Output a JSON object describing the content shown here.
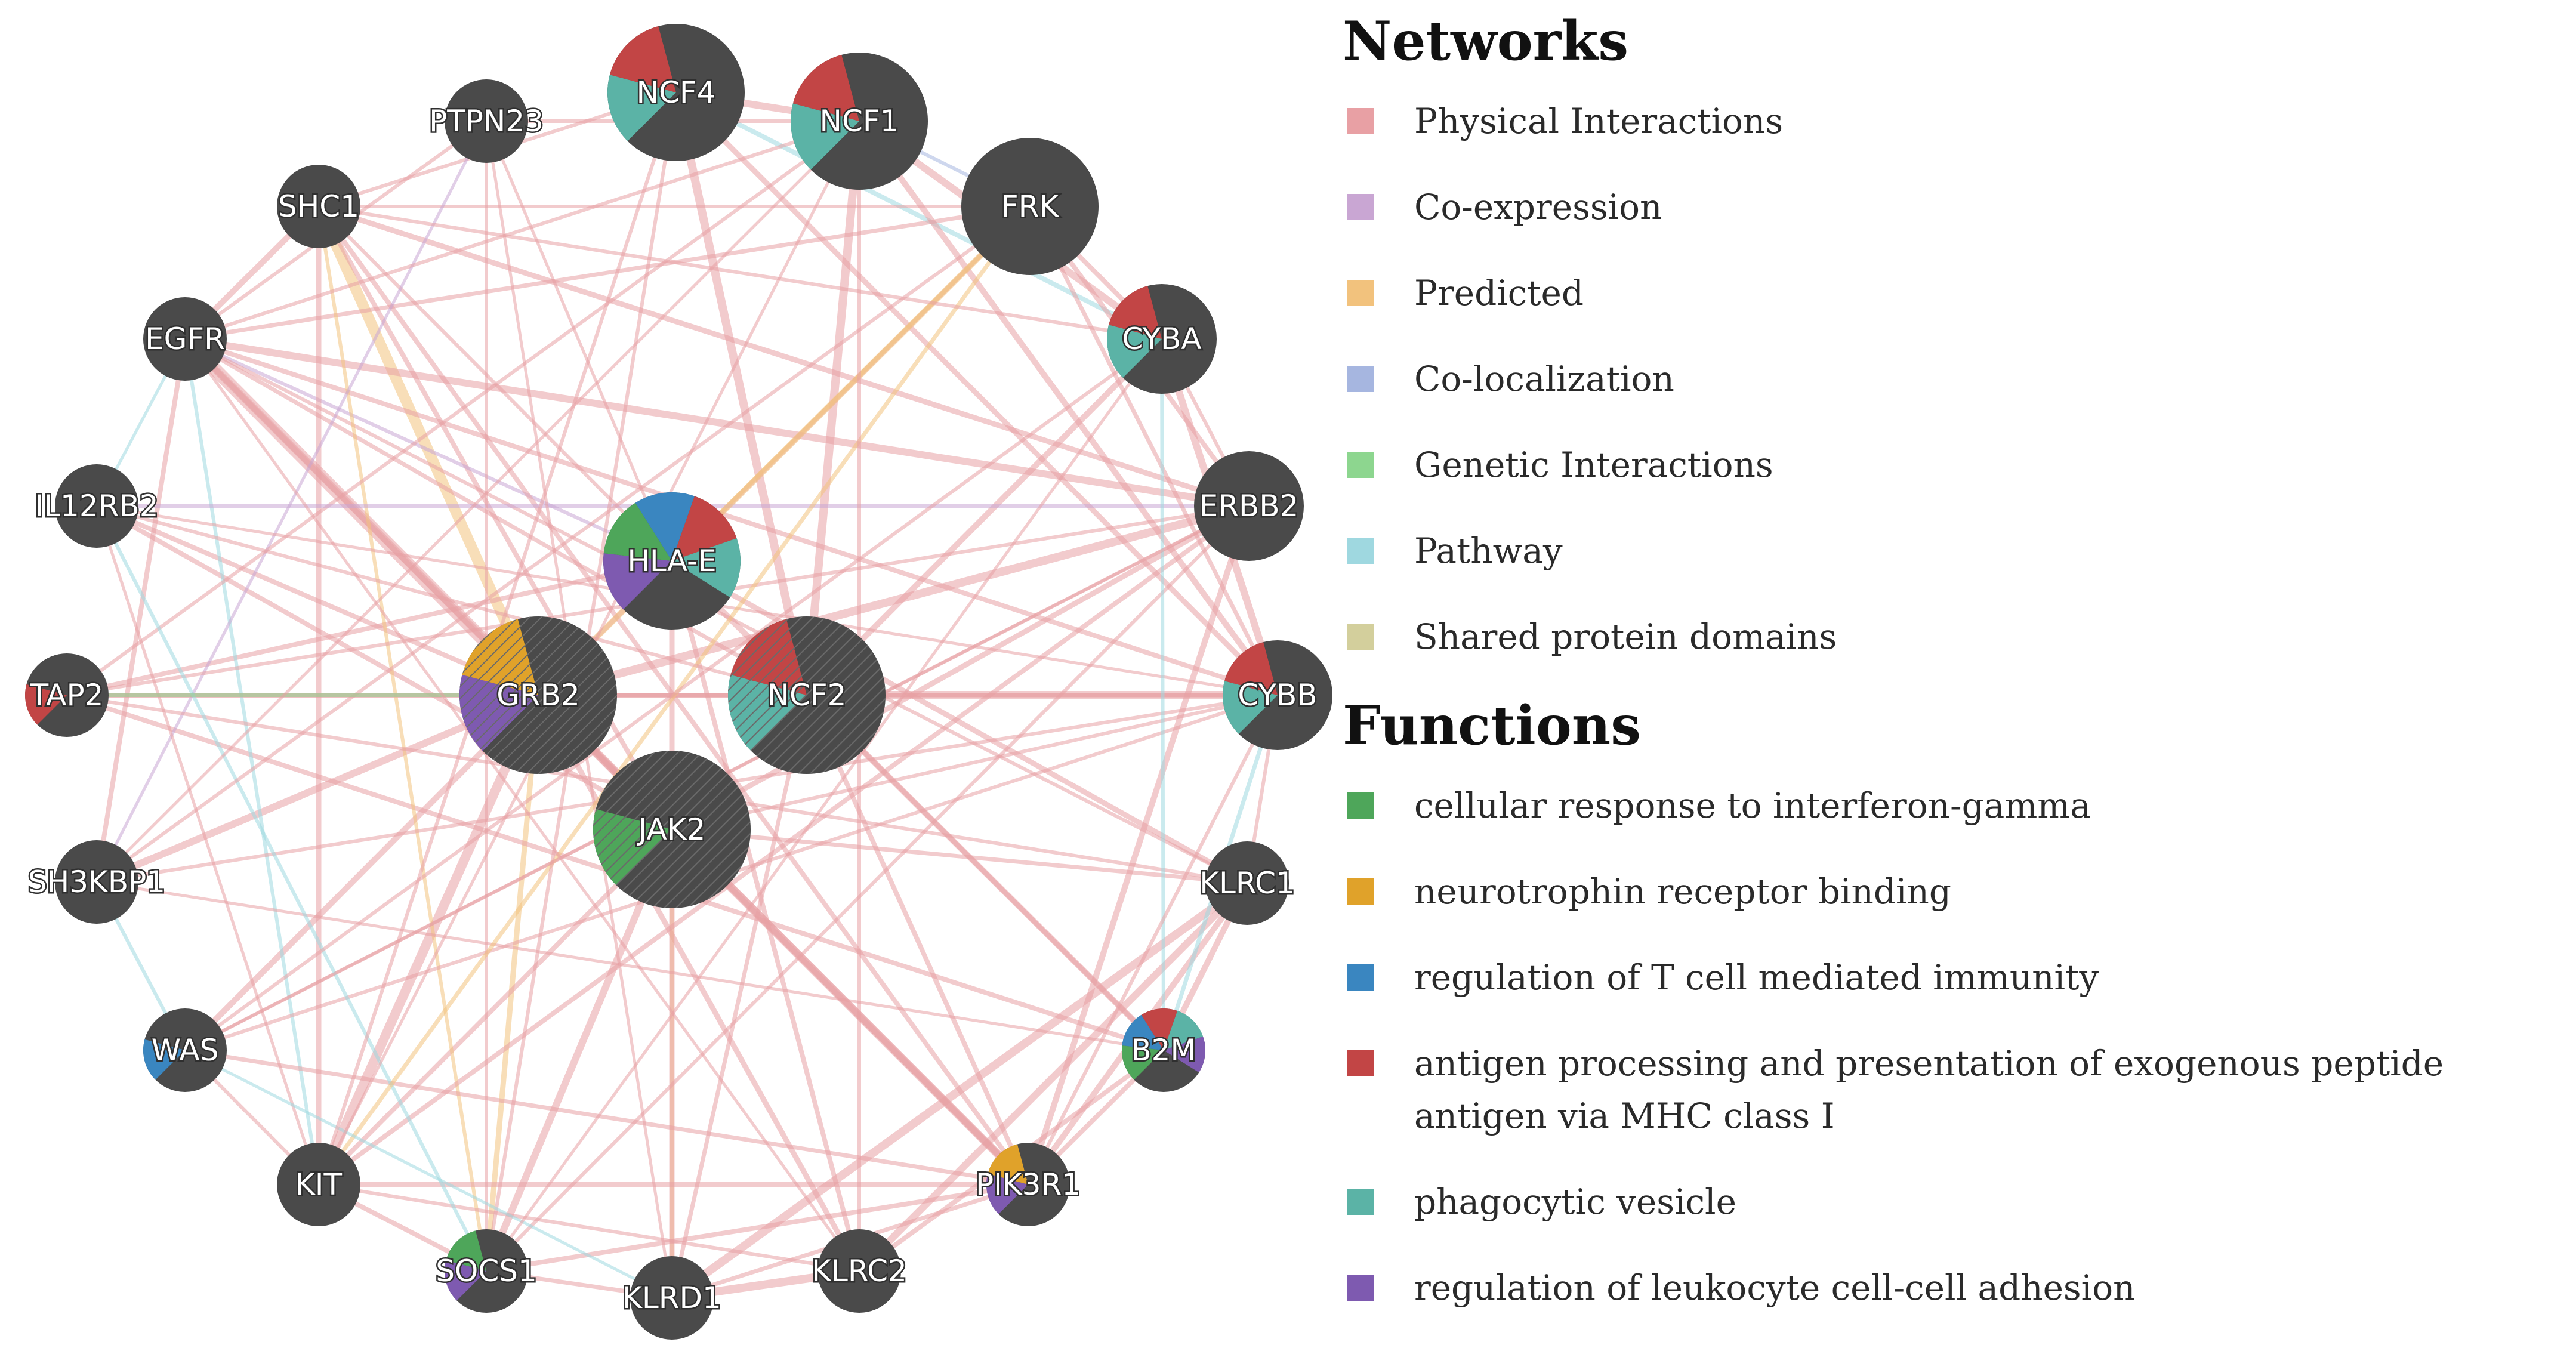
{
  "network": {
    "edge_colors": {
      "physical": "#e8a0a4",
      "coexpression": "#c9a6d3",
      "predicted": "#f2c27d",
      "colocalization": "#a6b6e0",
      "genetic": "#8dd68f",
      "pathway": "#9fd8e0",
      "shared_domains": "#d3cf9c"
    },
    "node_color": "#4a4a4a",
    "nodes": [
      {
        "id": "NCF4",
        "label": "NCF4",
        "functions": [
          "phagocytic_vesicle",
          "antigen"
        ],
        "size": "large"
      },
      {
        "id": "NCF1",
        "label": "NCF1",
        "functions": [
          "phagocytic_vesicle",
          "antigen"
        ],
        "size": "large"
      },
      {
        "id": "FRK",
        "label": "FRK",
        "functions": [],
        "size": "large"
      },
      {
        "id": "CYBA",
        "label": "CYBA",
        "functions": [
          "phagocytic_vesicle",
          "antigen"
        ],
        "size": "medium"
      },
      {
        "id": "ERBB2",
        "label": "ERBB2",
        "functions": [],
        "size": "medium"
      },
      {
        "id": "CYBB",
        "label": "CYBB",
        "functions": [
          "phagocytic_vesicle",
          "antigen"
        ],
        "size": "medium"
      },
      {
        "id": "KLRC1",
        "label": "KLRC1",
        "functions": [],
        "size": "small"
      },
      {
        "id": "B2M",
        "label": "B2M",
        "functions": [
          "interferon",
          "blue",
          "antigen",
          "phagocytic_vesicle",
          "leukocyte"
        ],
        "size": "small"
      },
      {
        "id": "PIK3R1",
        "label": "PIK3R1",
        "functions": [
          "leukocyte",
          "neurotrophin"
        ],
        "size": "small"
      },
      {
        "id": "KLRC2",
        "label": "KLRC2",
        "functions": [],
        "size": "small"
      },
      {
        "id": "KLRD1",
        "label": "KLRD1",
        "functions": [],
        "size": "small"
      },
      {
        "id": "SOCS1",
        "label": "SOCS1",
        "functions": [
          "leukocyte",
          "interferon"
        ],
        "size": "small"
      },
      {
        "id": "KIT",
        "label": "KIT",
        "functions": [],
        "size": "small"
      },
      {
        "id": "WAS",
        "label": "WAS",
        "functions": [
          "blue"
        ],
        "size": "small"
      },
      {
        "id": "SH3KBP1",
        "label": "SH3KBP1",
        "functions": [],
        "size": "small"
      },
      {
        "id": "TAP2",
        "label": "TAP2",
        "functions": [
          "antigen"
        ],
        "size": "small"
      },
      {
        "id": "IL12RB2",
        "label": "IL12RB2",
        "functions": [],
        "size": "small"
      },
      {
        "id": "EGFR",
        "label": "EGFR",
        "functions": [],
        "size": "small"
      },
      {
        "id": "SHC1",
        "label": "SHC1",
        "functions": [],
        "size": "small"
      },
      {
        "id": "PTPN23",
        "label": "PTPN23",
        "functions": [],
        "size": "small"
      },
      {
        "id": "HLA-E",
        "label": "HLA-E",
        "functions": [
          "leukocyte",
          "interferon",
          "blue",
          "antigen",
          "phagocytic_vesicle"
        ],
        "size": "large"
      },
      {
        "id": "GRB2",
        "label": "GRB2",
        "functions": [
          "leukocyte",
          "neurotrophin"
        ],
        "size": "xlarge"
      },
      {
        "id": "NCF2",
        "label": "NCF2",
        "functions": [
          "phagocytic_vesicle",
          "antigen"
        ],
        "size": "xlarge"
      },
      {
        "id": "JAK2",
        "label": "JAK2",
        "functions": [
          "interferon"
        ],
        "size": "xlarge"
      }
    ]
  },
  "legend": {
    "networks_title": "Networks",
    "networks": [
      {
        "label": "Physical Interactions",
        "color": "#e8a0a4"
      },
      {
        "label": "Co-expression",
        "color": "#c9a6d3"
      },
      {
        "label": "Predicted",
        "color": "#f2c27d"
      },
      {
        "label": "Co-localization",
        "color": "#a6b6e0"
      },
      {
        "label": "Genetic Interactions",
        "color": "#8dd68f"
      },
      {
        "label": "Pathway",
        "color": "#9fd8e0"
      },
      {
        "label": "Shared protein domains",
        "color": "#d3cf9c"
      }
    ],
    "functions_title": "Functions",
    "functions": [
      {
        "key": "interferon",
        "label": "cellular response to interferon-gamma",
        "color": "#4ea65a"
      },
      {
        "key": "neurotrophin",
        "label": "neurotrophin receptor binding",
        "color": "#e0a22a"
      },
      {
        "key": "blue",
        "label": "regulation of T cell mediated immunity",
        "color": "#3a86c0"
      },
      {
        "key": "antigen",
        "label": "antigen processing and presentation of exogenous peptide antigen via MHC class I",
        "color": "#c24545"
      },
      {
        "key": "phagocytic_vesicle",
        "label": "phagocytic vesicle",
        "color": "#5bb3a6"
      },
      {
        "key": "leukocyte",
        "label": "regulation of leukocyte cell-cell adhesion",
        "color": "#7e5ab0"
      }
    ]
  }
}
